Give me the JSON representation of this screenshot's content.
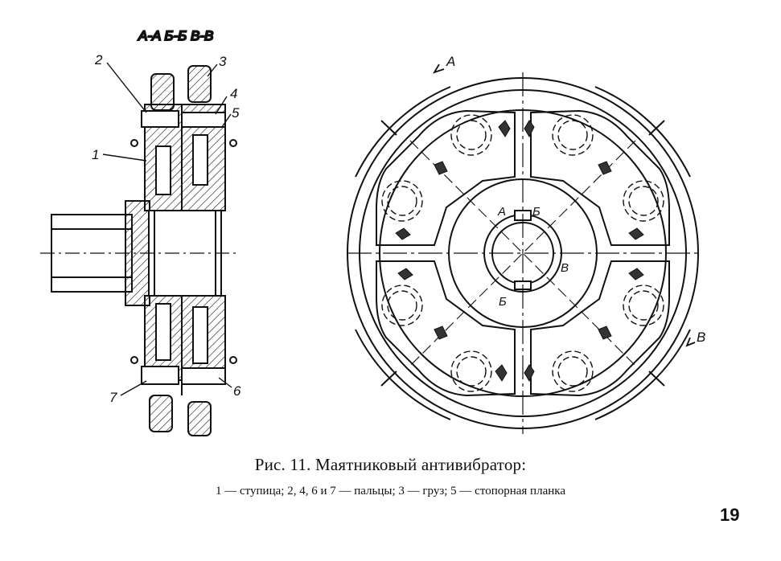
{
  "figure": {
    "section_labels": "A-A Б-Б В-В",
    "part_labels": [
      "1",
      "2",
      "3",
      "4",
      "5",
      "6",
      "7"
    ],
    "cut_labels": [
      "А",
      "Б",
      "В"
    ],
    "arrow_labels": [
      "А",
      "В"
    ]
  },
  "caption": {
    "title": "Рис. 11. Маятниковый антивибратор:",
    "legend": "1 — ступица; 2, 4, 6 и 7 — пальцы; 3 — груз; 5 — стопорная планка"
  },
  "page_number": "19"
}
